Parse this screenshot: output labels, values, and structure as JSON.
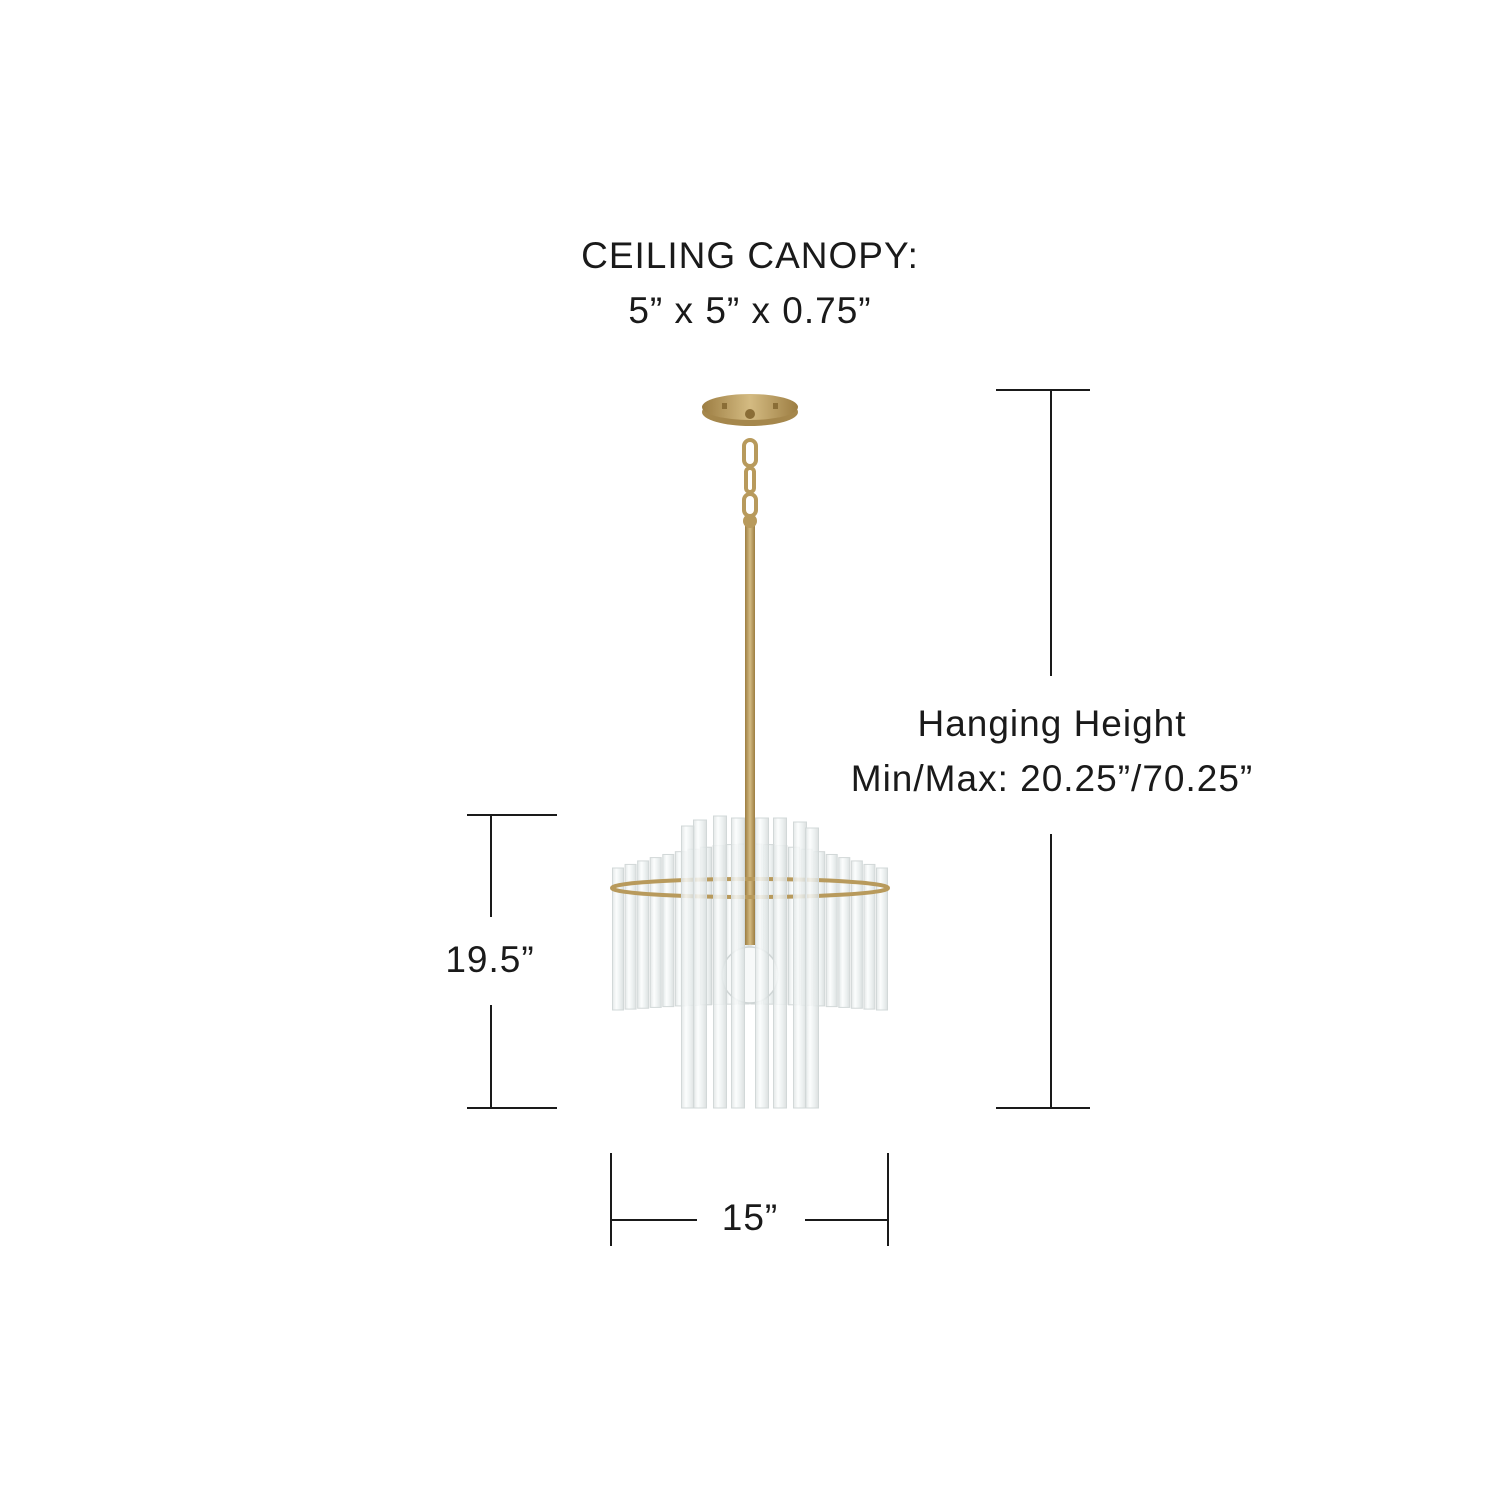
{
  "canopy": {
    "title": "CEILING CANOPY:",
    "size": "5” x 5” x 0.75”"
  },
  "hanging_height": {
    "title": "Hanging Height",
    "range": "Min/Max: 20.25”/70.25”"
  },
  "height_label": "19.5”",
  "width_label": "15”",
  "colors": {
    "brass": "#b89a5c",
    "glass": "#e9eeee",
    "line": "#1a1a1a"
  }
}
